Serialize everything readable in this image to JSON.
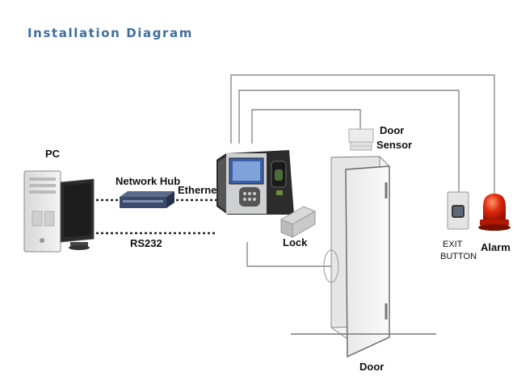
{
  "title": "Installation Diagram",
  "labels": {
    "pc": "PC",
    "network_hub": "Network Hub",
    "ethernet": "Ethernet",
    "rs232": "RS232",
    "door_sensor_line1": "Door",
    "door_sensor_line2": "Sensor",
    "lock": "Lock",
    "exit_button_line1": "EXIT",
    "exit_button_line2": "BUTTON",
    "alarm": "Alarm",
    "door": "Door"
  },
  "colors": {
    "title": "#3f6f9f",
    "wire": "#8a8a8a",
    "alarm_red": "#e02a10",
    "device_screen": "#3a5fa8"
  }
}
